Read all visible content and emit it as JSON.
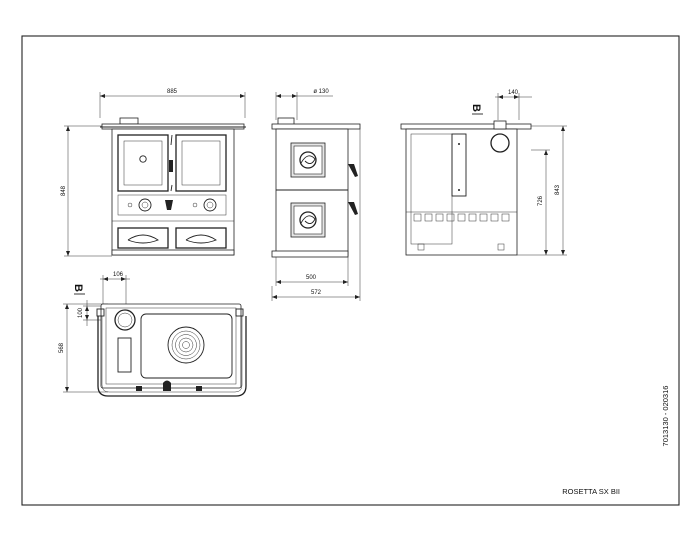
{
  "drawing": {
    "model_label": "ROSETTA SX BII",
    "code_label": "7013130 - 020316",
    "section_marker": "B",
    "section_marker_plan": "B"
  },
  "dimensions": {
    "front_width": "885",
    "front_height": "848",
    "flue_diameter": "ø 130",
    "side_depth_inner": "500",
    "side_depth_outer": "572",
    "rear_flue_offset": "140",
    "rear_height_inner": "726",
    "rear_height_outer": "843",
    "plan_flue_x": "106",
    "plan_flue_y": "100",
    "plan_depth": "568"
  },
  "colors": {
    "line": "#222222",
    "background": "#ffffff",
    "panel": "#e6e6e6"
  }
}
